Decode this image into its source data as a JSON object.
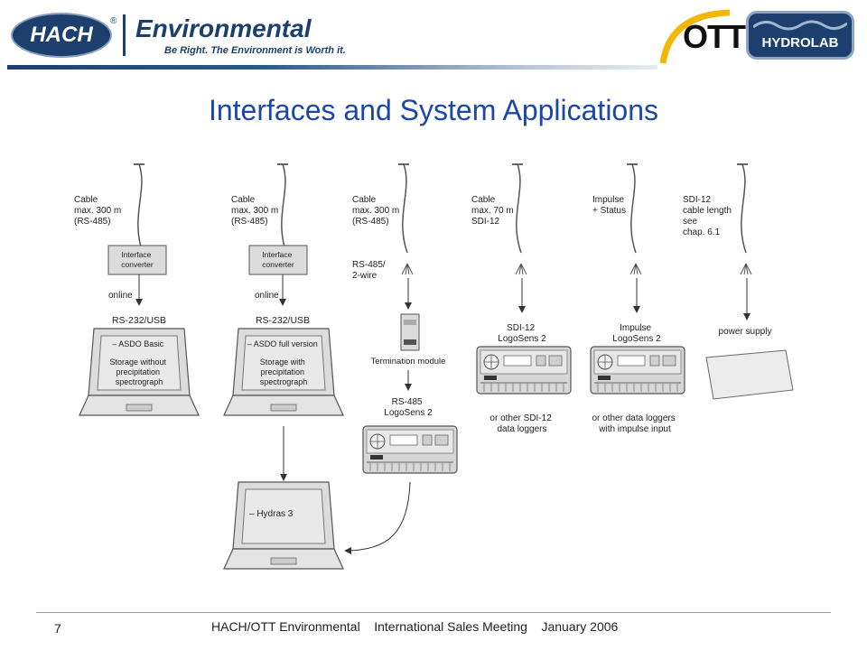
{
  "header": {
    "hach_logo": "HACH",
    "registered": "®",
    "brand": "Environmental",
    "tagline": "Be Right. The Environment is Worth it.",
    "ott_logo": "OTT",
    "hydrolab_logo": "HYDROLAB",
    "colors": {
      "navy": "#1c3f6e",
      "ott_yellow": "#f2b705",
      "title_blue": "#1a47a8"
    }
  },
  "title": "Interfaces and System Applications",
  "diagram": {
    "columns": [
      {
        "cable": [
          "Cable",
          "max. 300 m",
          "(RS-485)"
        ],
        "converter": [
          "Interface",
          "converter"
        ],
        "link": "online",
        "port": "RS-232/USB",
        "screen": [
          "– ASDO Basic",
          "",
          "Storage without",
          "precipitation",
          "spectrograph"
        ]
      },
      {
        "cable": [
          "Cable",
          "max. 300 m",
          "(RS-485)"
        ],
        "converter": [
          "Interface",
          "converter"
        ],
        "link": "online",
        "port": "RS-232/USB",
        "screen": [
          "– ASDO full version",
          "",
          "Storage with",
          "precipitation",
          "spectrograph"
        ]
      },
      {
        "cable": [
          "Cable",
          "max. 300 m",
          "(RS-485)"
        ],
        "wire": [
          "RS-485/",
          "2-wire"
        ],
        "termination": "Termination module",
        "logger": [
          "RS-485",
          "LogoSens 2"
        ]
      },
      {
        "cable": [
          "Cable",
          "max. 70 m",
          "SDI-12"
        ],
        "logger": [
          "SDI-12",
          "LogoSens 2"
        ],
        "note": [
          "or other SDI-12",
          "data loggers"
        ]
      },
      {
        "cable": [
          "Impulse",
          "+ Status"
        ],
        "logger": [
          "Impulse",
          "LogoSens 2"
        ],
        "note": [
          "or other data loggers",
          "with impulse input"
        ]
      },
      {
        "cable": [
          "SDI-12",
          "cable length",
          "see",
          "chap. 6.1"
        ],
        "supply": "power supply"
      }
    ],
    "bottom_laptop": "– Hydras 3",
    "icons": [
      "cable-end-icon",
      "wire-fan-icon",
      "laptop-icon",
      "data-logger-icon",
      "termination-module-icon",
      "power-supply-box-icon"
    ]
  },
  "footer": {
    "page_number": "7",
    "text": "HACH/OTT Environmental    International Sales Meeting    January 2006"
  }
}
